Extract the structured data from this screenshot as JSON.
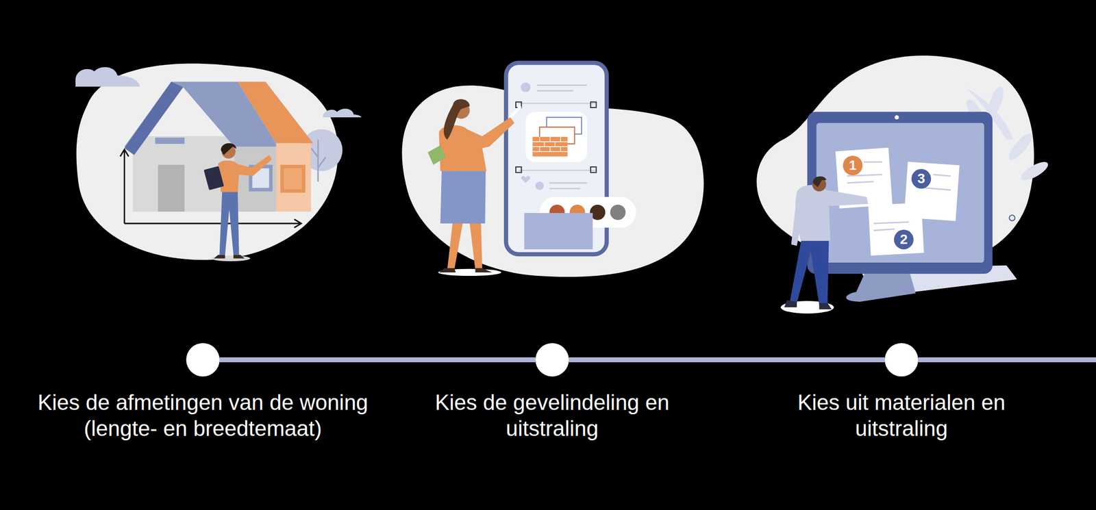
{
  "diagram": {
    "nodes": [
      {
        "text": [
          "Kies de afmetingen van de woning (lengte- en breedtemaat)"
        ]
      },
      {
        "text": [
          "Kies de gevelindeling en uitstraling"
        ]
      },
      {
        "text": [
          "Kies uit materialen en uitstraling"
        ]
      }
    ],
    "edges": [
      {
        "from": 0,
        "to": 1,
        "arrow": "none"
      },
      {
        "from": 1,
        "to": 2,
        "arrow": "none"
      }
    ],
    "labels": [
      "1",
      "3",
      "2"
    ]
  }
}
